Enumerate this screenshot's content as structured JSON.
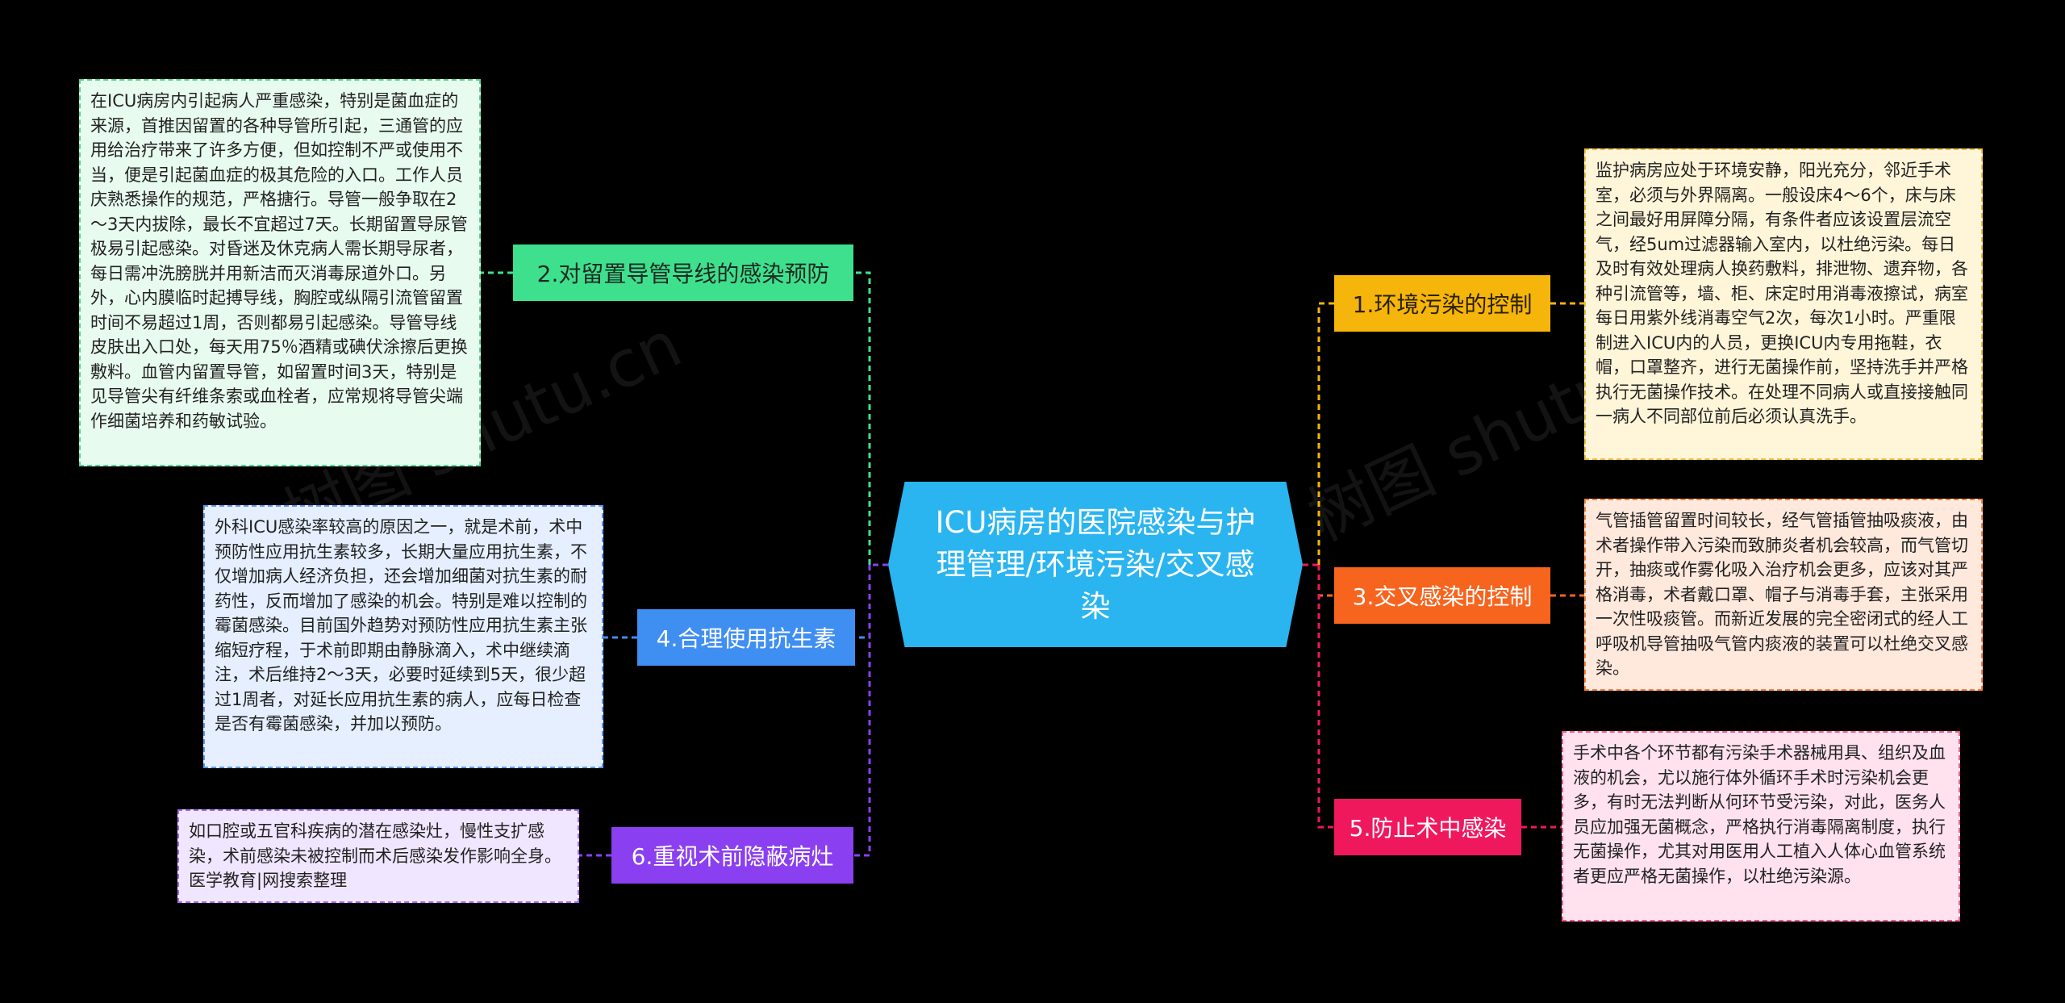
{
  "center": {
    "title": "ICU病房的医院感染与护理管理/环境污染/交叉感染"
  },
  "branches": [
    {
      "label": "2.对留置导管导线的感染预防",
      "color": "#3ee08e",
      "text_color": "#1f2a22"
    },
    {
      "label": "4.合理使用抗生素",
      "color": "#3f8ef2",
      "text_color": "#ffffff"
    },
    {
      "label": "6.重视术前隐蔽病灶",
      "color": "#8a3ff0",
      "text_color": "#ffffff"
    },
    {
      "label": "1.环境污染的控制",
      "color": "#f5b50a",
      "text_color": "#2a2000"
    },
    {
      "label": "3.交叉感染的控制",
      "color": "#f7641e",
      "text_color": "#ffffff"
    },
    {
      "label": "5.防止术中感染",
      "color": "#f0185c",
      "text_color": "#ffffff"
    }
  ],
  "notes": [
    {
      "text": "在ICU病房内引起病人严重感染，特别是菌血症的来源，首推因留置的各种导管所引起，三通管的应用给治疗带来了许多方便，但如控制不严或使用不当，便是引起菌血症的极其危险的入口。工作人员庆熟悉操作的规范，严格搪行。导管一般争取在2～3天内拔除，最长不宜超过7天。长期留置导尿管极易引起感染。对昏迷及休克病人需长期导尿者，每日需冲洗膀胱并用新洁而灭消毒尿道外口。另外，心内膜临时起搏导线，胸腔或纵隔引流管留置时间不易超过1周，否则都易引起感染。导管导线皮肤出入口处，每天用75％酒精或碘伏涂擦后更换敷料。血管内留置导管，如留置时间3天，特别是见导管尖有纤维条索或血栓者，应常规将导管尖端作细菌培养和药敏试验。",
      "bg": "#e8fbef",
      "border": "#4fd991"
    },
    {
      "text": "外科ICU感染率较高的原因之一，就是术前，术中预防性应用抗生素较多，长期大量应用抗生素，不仅增加病人经济负担，还会增加细菌对抗生素的耐药性，反而增加了感染的机会。特别是难以控制的霉菌感染。目前国外趋势对预防性应用抗生素主张缩短疗程，于术前即期由静脉滴入，术中继续滴注，术后维持2～3天，必要时延续到5天，很少超过1周者，对延长应用抗生素的病人，应每日检查是否有霉菌感染，并加以预防。",
      "bg": "#e5efff",
      "border": "#5a9af0"
    },
    {
      "text": "如口腔或五官科疾病的潜在感染灶，慢性支扩感染，术前感染未被控制而术后感染发作影响全身。医学教育|网搜索整理",
      "bg": "#f1e6ff",
      "border": "#a06af0"
    },
    {
      "text": "监护病房应处于环境安静，阳光充分，邻近手术室，必须与外界隔离。一般设床4～6个，床与床之间最好用屏障分隔，有条件者应该设置层流空气，经5um过滤器输入室内，以杜绝污染。每日及时有效处理病人换药敷料，排泄物、遗弃物，各种引流管等，墙、柜、床定时用消毒液擦试，病室每日用紫外线消毒空气2次，每次1小时。严重限制进入ICU内的人员，更换ICU内专用拖鞋，衣帽，口罩整齐，进行无菌操作前，坚持洗手并严格执行无菌操作技术。在处理不同病人或直接接触同一病人不同部位前后必须认真洗手。",
      "bg": "#fff5d8",
      "border": "#f0bf3a"
    },
    {
      "text": "气管插管留置时间较长，经气管插管抽吸痰液，由术者操作带入污染而致肺炎者机会较高，而气管切开，抽痰或作雾化吸入治疗机会更多，应该对其严格消毒，术者戴口罩、帽子与消毒手套，主张采用一次性吸痰管。而新近发展的完全密闭式的经人工呼吸机导管抽吸气管内痰液的装置可以杜绝交叉感染。",
      "bg": "#ffe8dc",
      "border": "#f7853f"
    },
    {
      "text": "手术中各个环节都有污染手术器械用具、组织及血液的机会，尤以施行体外循环手术时污染机会更多，有时无法判断从何环节受污染，对此，医务人员应加强无菌概念，严格执行消毒隔离制度，执行无菌操作，尤其对用医用人工植入人体心血管系统者更应严格无菌操作，以杜绝污染源。",
      "bg": "#ffe2ee",
      "border": "#f0588e"
    }
  ]
}
